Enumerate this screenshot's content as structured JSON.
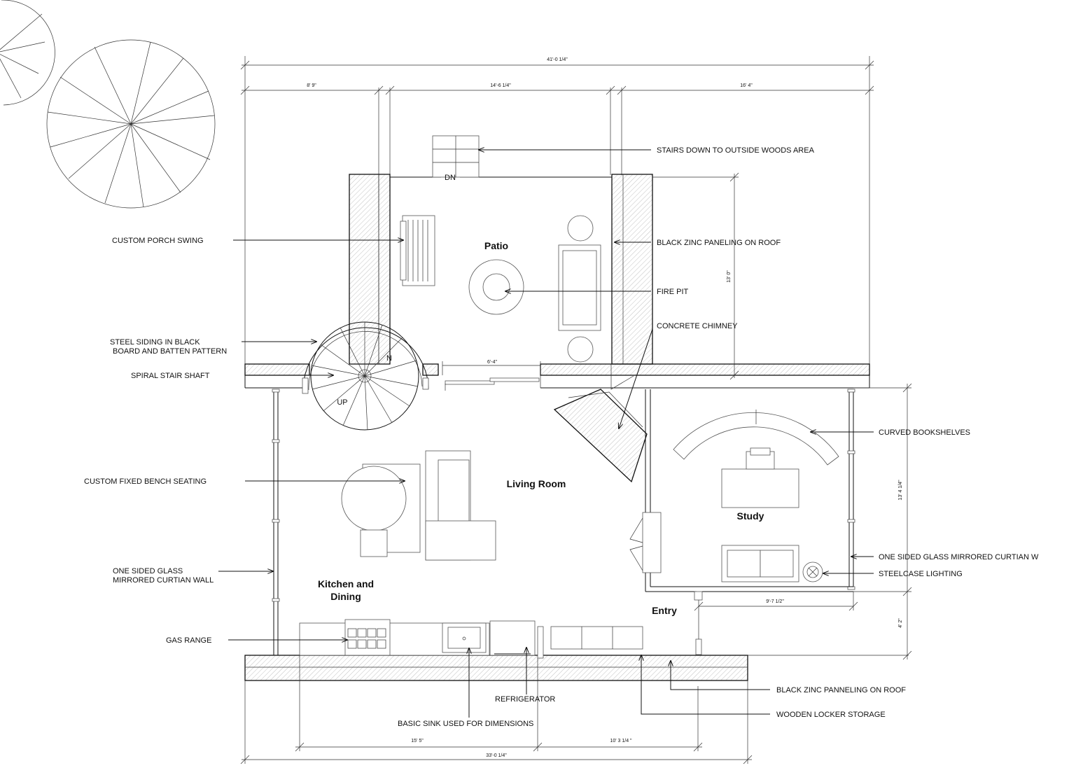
{
  "rooms": {
    "patio": "Patio",
    "living_room": "Living Room",
    "study": "Study",
    "kitchen_line1": "Kitchen and",
    "kitchen_line2": "Dining",
    "entry": "Entry"
  },
  "marks": {
    "stair_down": "DN",
    "stair_up": "UP",
    "north": "N"
  },
  "notes": {
    "stairs_down": "STAIRS DOWN TO OUTSIDE WOODS AREA",
    "porch_swing": "CUSTOM PORCH SWING",
    "zinc_roof": "BLACK ZINC PANELING ON ROOF",
    "fire_pit": "FIRE PIT",
    "chimney": "CONCRETE CHIMNEY",
    "steel_siding_line1": "STEEL SIDING IN BLACK",
    "steel_siding_line2": "BOARD AND BATTEN PATTERN",
    "spiral_stair": "SPIRAL STAIR SHAFT",
    "bookshelves": "CURVED BOOKSHELVES",
    "bench_seating": "CUSTOM FIXED BENCH SEATING",
    "glass_wall_left_line1": "ONE SIDED GLASS",
    "glass_wall_left_line2": "MIRRORED CURTIAN WALL",
    "glass_wall_right": "ONE SIDED GLASS MIRRORED CURTIAN W",
    "steelcase_lighting": "STEELCASE LIGHTING",
    "gas_range": "GAS RANGE",
    "zinc_roof_bottom": "BLACK ZINC PANNELING ON ROOF",
    "refrigerator": "REFRIGERATOR",
    "locker_storage": "WOODEN LOCKER STORAGE",
    "sink": "BASIC SINK USED FOR DIMENSIONS"
  },
  "dimensions": {
    "overall_top": "41'-0 1/4\"",
    "top_left": "8' 9\"",
    "top_middle": "14'-6 1/4\"",
    "top_right": "16' 4\"",
    "patio_depth": "13' 0\"",
    "door_opening": "6'-4\"",
    "study_depth": "13' 4 1/4\"",
    "study_width": "9'-7 1/2\"",
    "entry_depth": "4' 2\"",
    "bottom_left": "15' 5\"",
    "bottom_right": "10' 3 1/4 \"",
    "overall_bottom": "33'-0 1/4\""
  }
}
